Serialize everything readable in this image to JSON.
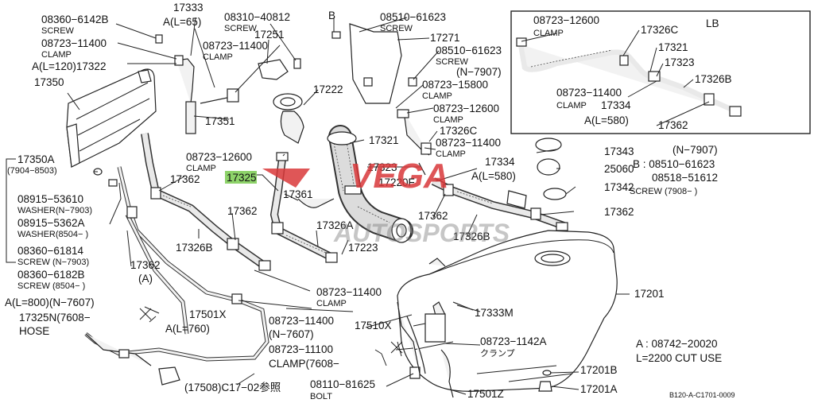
{
  "labels": {
    "l08360_6142B": "08360−6142B",
    "screw_a": "SCREW",
    "l08723_11400_a": "08723−11400",
    "clamp_a": "CLAMP",
    "a120_17322": "A(L=120)17322",
    "l17350": "17350",
    "l17333": "17333",
    "a65": "A(L=65)",
    "l08310_40812": "08310−40812",
    "screw_b": "SCREW",
    "l08723_11400_b": "08723−11400",
    "clamp_b": "CLAMP",
    "l17251": "17251",
    "b_mark": "B",
    "l08510_61623_a": "08510−61623",
    "screw_c": "SCREW",
    "l17271": "17271",
    "l08510_61623_b": "08510−61623",
    "screw_n7907": "SCREW",
    "n7907_a": "(N−7907)",
    "l08723_15800": "08723−15800",
    "clamp_c": "CLAMP",
    "l17222": "17222",
    "l17351": "17351",
    "l08723_12600_a": "08723−12600",
    "clamp_d": "CLAMP",
    "l17326C_a": "17326C",
    "l17321_a": "17321",
    "l08723_11400_c": "08723−11400",
    "clamp_e": "CLAMP",
    "l17350A": "17350A",
    "r7904_8503": "(7904−8503)",
    "l08723_12600_b": "08723−12600",
    "clamp_f": "CLAMP",
    "l17362_a": "17362",
    "l17325": "17325",
    "l17361": "17361",
    "l17323": "17323",
    "l17220F": "17220F",
    "l17334": "17334",
    "a580_a": "A(L=580)",
    "l08915_53610": "08915−53610",
    "washer_n7903": "WASHER(N−7903)",
    "l08915_5362A": "08915−5362A",
    "washer_8504": "WASHER(8504−  )",
    "l17362_b": "17362",
    "l17326A": "17326A",
    "l17362_c": "17362",
    "l17326B_a": "17326B",
    "l17223": "17223",
    "l17326B_b": "17326B",
    "l08360_61814": "08360−61814",
    "screw_n7903": "SCREW  (N−7903)",
    "l08360_6182B": "08360−6182B",
    "screw_8504": "SCREW  (8504−  )",
    "l17362_d": "17362",
    "a_paren": "(A)",
    "l17343": "17343",
    "l25060": "25060",
    "l17342": "17342",
    "l17362_e": "17362",
    "n7907_b": "(N−7907)",
    "b_note": "B : 08510−61623",
    "l08518_51612": "08518−51612",
    "screw_7908": "SCREW  (7908−  )",
    "a800": "A(L=800)(N−7607)",
    "l17325N": "17325N(7608−",
    "hose": "HOSE",
    "l17501X": "17501X",
    "a760": "A(L=760)",
    "l08723_11400_d": "08723−11400",
    "clamp_g": "CLAMP",
    "l08723_11400_e": "08723−11400",
    "n7607": "(N−7607)",
    "l08723_11100": "08723−11100",
    "clamp_7608": "CLAMP(7608−",
    "l17510X": "17510X",
    "l17333M": "17333M",
    "l17201": "17201",
    "l08723_1142A": "08723−1142A",
    "kuranpu": "クランプ",
    "a_note": "A : 08742−20020",
    "l_note": "L=2200 CUT USE",
    "l17508": "(17508)C17−02参照",
    "l08110_81625": "08110−81625",
    "bolt": "BOLT",
    "l17501Z": "17501Z",
    "l17201B": "17201B",
    "l17201A": "17201A",
    "ref": "B120-A-C1701-0009"
  },
  "inset": {
    "corner": "LB",
    "l08723_12600": "08723−12600",
    "clamp": "CLAMP",
    "l17326C": "17326C",
    "l17321": "17321",
    "l17323": "17323",
    "l17326B": "17326B",
    "l08723_11400": "08723−11400",
    "clamp2": "CLAMP",
    "l17334": "17334",
    "a580": "A(L=580)",
    "l17362": "17362"
  },
  "watermark": {
    "brand": "VEGA",
    "sub": "AUTOSPORTS"
  },
  "colors": {
    "highlight": "#8ed36a",
    "watermark_red": "#d9383a",
    "watermark_grey": "#7a7a7a"
  }
}
